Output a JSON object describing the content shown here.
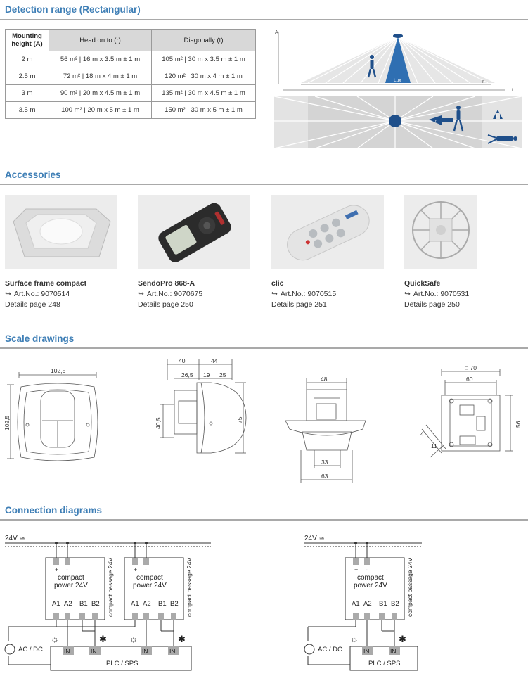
{
  "detection": {
    "title": "Detection range (Rectangular)",
    "headers": [
      "Mounting height (A)",
      "Head on to (r)",
      "Diagonally (t)"
    ],
    "header_lines": [
      "Mounting",
      "height (A)"
    ],
    "rows": [
      [
        "2 m",
        "56 m² | 16 m x 3.5 m ± 1 m",
        "105 m² | 30 m x 3.5 m ± 1 m"
      ],
      [
        "2.5 m",
        "72 m² | 18 m x 4 m ± 1 m",
        "120 m² | 30 m x 4 m ± 1 m"
      ],
      [
        "3 m",
        "90 m² | 20 m x 4.5 m ± 1 m",
        "135 m² | 30 m x 4.5 m ± 1 m"
      ],
      [
        "3.5 m",
        "100 m² | 20 m x 5 m ± 1 m",
        "150 m² | 30 m x 5 m ± 1 m"
      ]
    ],
    "diagram_labels": {
      "a": "A",
      "lux": "Lux",
      "r": "r",
      "t": "t"
    }
  },
  "accessories": {
    "title": "Accessories",
    "items": [
      {
        "name": "Surface frame compact",
        "art": "Art.No.: 9070514",
        "details": "Details page 248"
      },
      {
        "name": "SendoPro 868-A",
        "art": "Art.No.: 9070675",
        "details": "Details page 250"
      },
      {
        "name": "clic",
        "art": "Art.No.: 9070515",
        "details": "Details page 251"
      },
      {
        "name": "QuickSafe",
        "art": "Art.No.: 9070531",
        "details": "Details page 250"
      }
    ],
    "arrow_glyph": "↪"
  },
  "scale": {
    "title": "Scale drawings",
    "d1": {
      "w": "102,5",
      "h": "102,5"
    },
    "d2": {
      "a": "40",
      "b": "44",
      "c": "26,5",
      "d": "19",
      "e": "25",
      "f": "40,5",
      "g": "75"
    },
    "d3": {
      "top": "48",
      "mid": "33",
      "bottom": "63"
    },
    "d4": {
      "top": "□ 70",
      "mid": "60",
      "right": "56",
      "small1": "4",
      "small2": "11"
    }
  },
  "connection": {
    "title": "Connection diagrams",
    "supply": "24V ≃",
    "module_line1": "compact",
    "module_line2": "power 24V",
    "side_label": "compact passage 24V",
    "terminals": [
      "A1",
      "A2",
      "B1",
      "B2"
    ],
    "plus": "+",
    "minus": "-",
    "in": "IN",
    "acdc": "AC / DC",
    "plc": "PLC / SPS"
  }
}
